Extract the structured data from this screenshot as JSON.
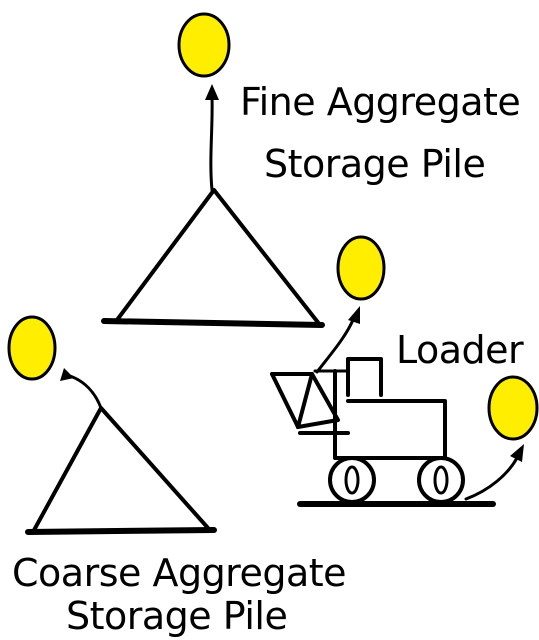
{
  "labels": {
    "fine_pile_line1": "Fine Aggregate",
    "fine_pile_line2": "Storage Pile",
    "loader": "Loader",
    "coarse_pile_line1": "Coarse Aggregate",
    "coarse_pile_line2": "Storage Pile"
  },
  "colors": {
    "emission_fill": "#ffee00",
    "line": "#000000",
    "background": "#ffffff"
  }
}
